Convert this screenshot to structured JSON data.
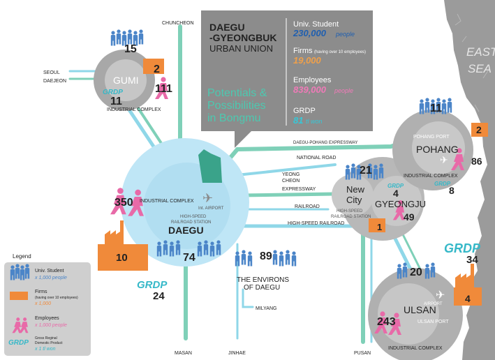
{
  "colors": {
    "road": "#7fd0b8",
    "rail": "#8fd7e8",
    "rail_dark": "#3a9bbd",
    "circle_gray": "#a8a8a8",
    "circle_blue": "#bfe6f6",
    "coast": "#9b9b9b",
    "student": "#4b85c8",
    "firm": "#f08a3a",
    "employee": "#e86aa8",
    "grdp": "#35b8c8",
    "infobox": "#8c8c8c",
    "mountain": "#3aa38a"
  },
  "icons": {
    "student": "student-figure-icon",
    "firm": "factory-icon",
    "employee": "walking-person-icon",
    "airport": "airplane-icon",
    "railroad": "train-icon"
  },
  "infobox": {
    "title_line1": "DAEGU",
    "title_line2": "-GYEONGBUK",
    "title_line3": "URBAN UNION",
    "subtitle_line1": "Potentials &",
    "subtitle_line2": "Possibilities",
    "subtitle_line3": "in Bongmu",
    "stats": {
      "students_label": "Univ. Student",
      "students_value": "230,000",
      "students_unit": "people",
      "firms_label": "Firms",
      "firms_note": "(having over 10 employees)",
      "firms_value": "19,000",
      "employees_label": "Employees",
      "employees_value": "839,000",
      "employees_unit": "people",
      "grdp_label": "GRDP",
      "grdp_value": "81",
      "grdp_unit": "tl won"
    }
  },
  "sea_line1": "EAST",
  "sea_line2": "SEA",
  "cities": {
    "gumi": {
      "name": "GUMI",
      "students": "15",
      "firms": "2",
      "employees": "111",
      "grdp_label": "GRDP",
      "grdp": "11",
      "sublabel": "INDUSTRIAL COMPLEX"
    },
    "daegu": {
      "name": "DAEGU",
      "employees": "350",
      "firms": "10",
      "students": "74",
      "grdp_label": "GRDP",
      "grdp": "24",
      "industrial": "INDUSTRIAL COMPLEX",
      "airport": "Int. AIRPORT",
      "station_line1": "HIGH-SPEED",
      "station_line2": "RAILROAD STATION"
    },
    "environs": {
      "students": "89",
      "name_line1": "THE ENVIRONS",
      "name_line2": "OF DAEGU"
    },
    "newcity": {
      "name_line1": "New",
      "name_line2": "City",
      "students": "21",
      "station_line1": "HIGH-SPEED",
      "station_line2": "RAILROAD STATION"
    },
    "gyeongju": {
      "name": "GYEONGJU",
      "grdp_label": "GRDP",
      "grdp": "4",
      "firms": "1",
      "employees": "49"
    },
    "pohang": {
      "name": "POHANG",
      "port": "POHANG PORT",
      "students": "11",
      "firms": "2",
      "employees": "86",
      "industrial": "INDUSTRIAL COMPLEX",
      "grdp_label": "GRDP",
      "grdp": "8"
    },
    "ulsan": {
      "name": "ULSAN",
      "students": "20",
      "employees": "243",
      "firms": "4",
      "grdp_label": "GRDP",
      "grdp": "34",
      "airport": "AIRPORT",
      "port": "ULSAN PORT",
      "industrial": "INDUSTRIAL COMPLEX"
    }
  },
  "routes": {
    "chuncheon": "CHUNCHEON",
    "seoul": "SEOUL",
    "daejeon": "DAEJEON",
    "expressway_dp": "DAEGU-POHANG EXPRESSWAY",
    "national_road": "NATIONAL ROAD",
    "yeongcheon_line1": "YEONG",
    "yeongcheon_line2": "CHEON",
    "expressway": "EXPRESSWAY",
    "railroad": "RAILROAD",
    "hs_railroad": "HIGH-SPEED RAILROAD",
    "masan": "MASAN",
    "jinhae": "JINHAE",
    "milyang": "MILYANG",
    "pusan": "PUSAN"
  },
  "legend": {
    "title": "Legend",
    "student_label": "Univ. Student",
    "student_unit": "x 1,000 people",
    "firm_label": "Firms",
    "firm_note": "(having over 10 employees)",
    "firm_unit": "x 1,000",
    "employee_label": "Employees",
    "employee_unit": "x 1,000 people",
    "grdp_symbol": "GRDP",
    "grdp_line1": "Gross Reginal",
    "grdp_line2": "Domestic Product",
    "grdp_unit": "x 1 tl won"
  }
}
